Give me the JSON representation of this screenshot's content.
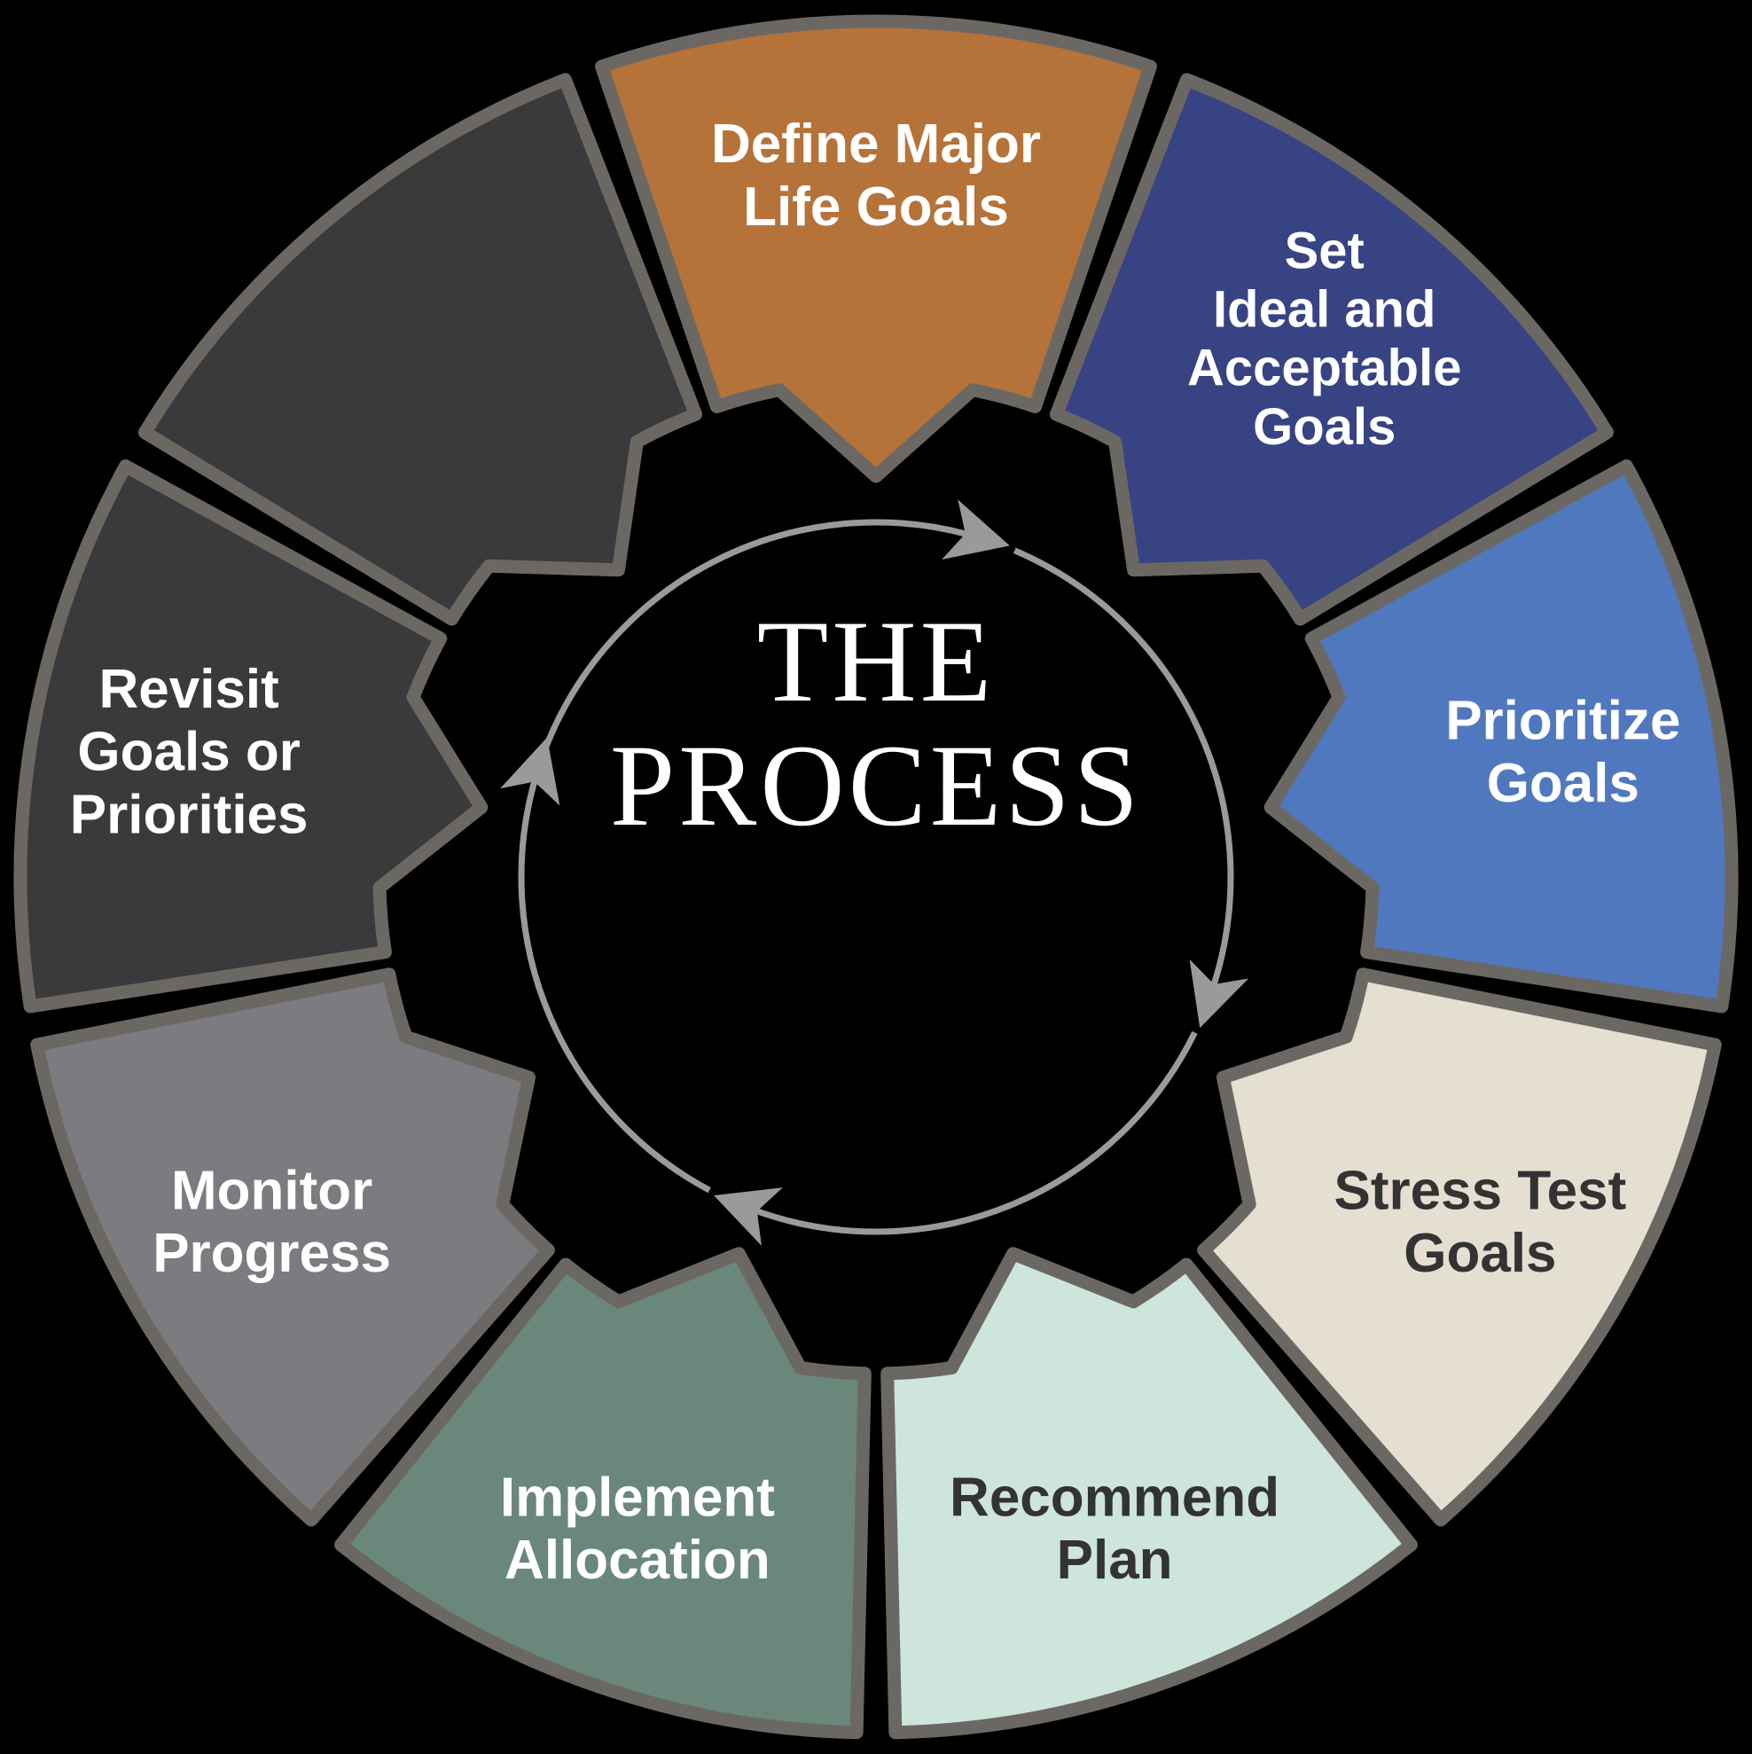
{
  "diagram": {
    "title": "The Process",
    "type": "circular-process-wheel",
    "center": {
      "line1": "THE",
      "line2": "PROCESS",
      "background_color": "#000000",
      "text_color": "#ffffff"
    },
    "background_color": "#000000",
    "segment_border_color": "#6B6863",
    "arrow_color": "#9A9A9C",
    "arrow_count": 4,
    "direction": "clockwise",
    "segment_count": 9
  },
  "segments": [
    {
      "id": "define-major-life-goals",
      "label_lines": [
        "Define Major",
        "Life Goals"
      ],
      "fill": "#B5733A",
      "text_color": "#FFFFFF",
      "order": 1,
      "center_angle_deg": 270
    },
    {
      "id": "set-ideal-and-acceptable-goals",
      "label_lines": [
        "Set",
        "Ideal and",
        "Acceptable",
        "Goals"
      ],
      "fill": "#374383",
      "text_color": "#FFFFFF",
      "order": 2,
      "center_angle_deg": 310
    },
    {
      "id": "prioritize-goals",
      "label_lines": [
        "Prioritize",
        "Goals"
      ],
      "fill": "#5078BE",
      "text_color": "#FFFFFF",
      "order": 3,
      "center_angle_deg": 350
    },
    {
      "id": "stress-test-goals",
      "label_lines": [
        "Stress Test",
        "Goals"
      ],
      "fill": "#E5DFD2",
      "text_color": "#333333",
      "order": 4,
      "center_angle_deg": 30
    },
    {
      "id": "recommend-plan",
      "label_lines": [
        "Recommend",
        "Plan"
      ],
      "fill": "#CDE5DC",
      "text_color": "#333333",
      "order": 5,
      "center_angle_deg": 70
    },
    {
      "id": "implement-allocation",
      "label_lines": [
        "Implement",
        "Allocation"
      ],
      "fill": "#6A877C",
      "text_color": "#FFFFFF",
      "order": 6,
      "center_angle_deg": 110
    },
    {
      "id": "monitor-progress",
      "label_lines": [
        "Monitor",
        "Progress"
      ],
      "fill": "#7B7B80",
      "text_color": "#FFFFFF",
      "order": 7,
      "center_angle_deg": 150
    },
    {
      "id": "revisit-goals-or-priorities",
      "label_lines": [
        "Revisit",
        "Goals or",
        "Priorities"
      ],
      "fill": "#3A3A3C",
      "text_color": "#FFFFFF",
      "order": 8,
      "center_angle_deg": 190
    },
    {
      "id": "spacer-top-left",
      "label_lines": [],
      "fill": "#3A3A3C",
      "text_color": "#FFFFFF",
      "order": 9,
      "center_angle_deg": 230
    }
  ]
}
